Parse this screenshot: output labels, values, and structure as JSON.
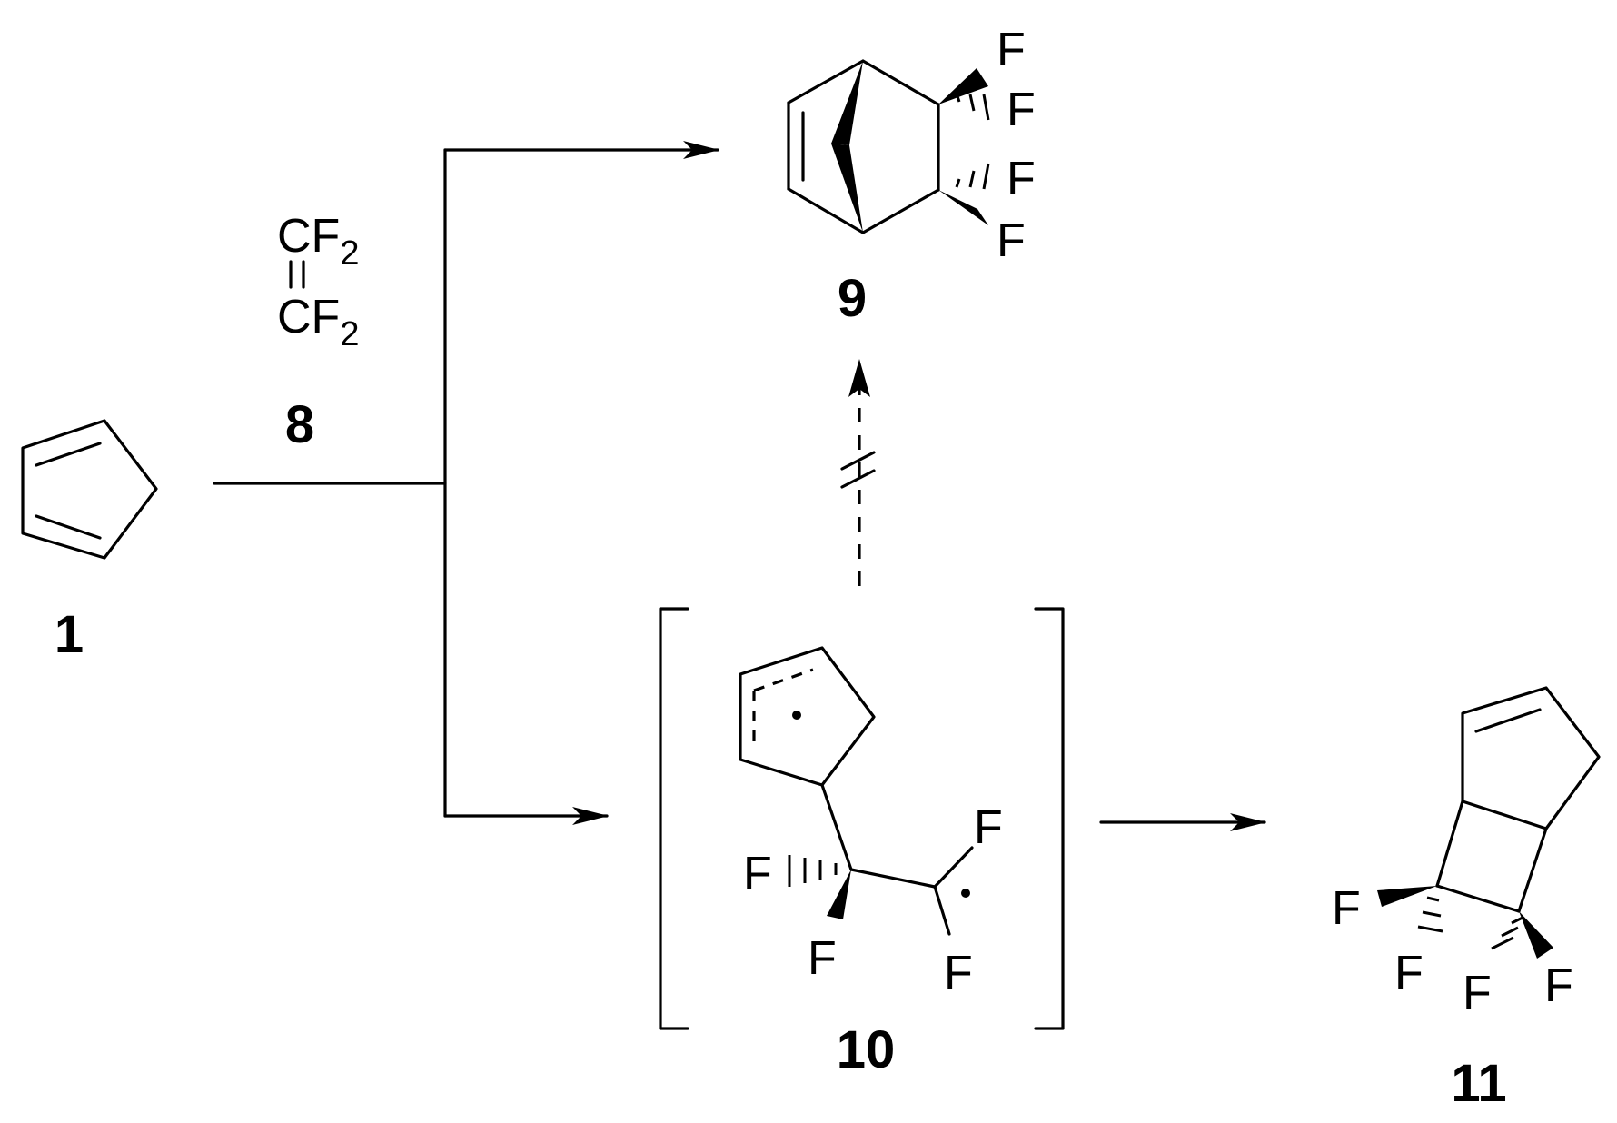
{
  "compounds": {
    "c1": {
      "number": "1"
    },
    "c8": {
      "number": "8",
      "top": "CF",
      "bottom": "CF",
      "subscript": "2"
    },
    "c9": {
      "number": "9"
    },
    "c10": {
      "number": "10"
    },
    "c11": {
      "number": "11"
    }
  },
  "atoms": {
    "fluorine": "F"
  }
}
